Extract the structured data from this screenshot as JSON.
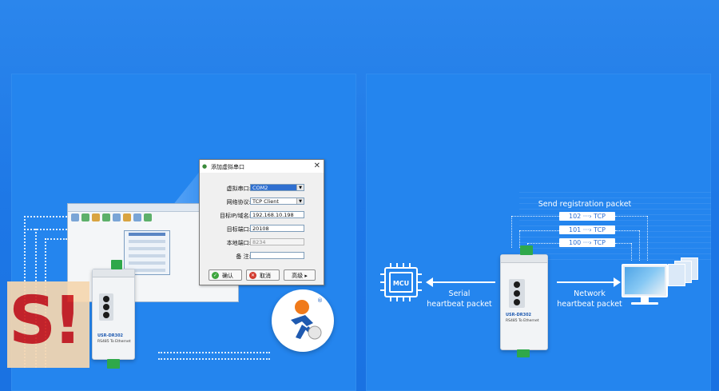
{
  "dialog": {
    "title": "添加虚拟串口",
    "close_glyph": "✕",
    "fields": [
      {
        "label": "虚拟串口:",
        "value": "COM2"
      },
      {
        "label": "网络协议:",
        "value": "TCP Client"
      },
      {
        "label": "目标IP/域名:",
        "value": "192.168.10.198"
      },
      {
        "label": "目标端口:",
        "value": "20108"
      },
      {
        "label": "本地端口:",
        "value": "8234"
      },
      {
        "label": "备  注:",
        "value": ""
      }
    ],
    "buttons": {
      "ok": "确认",
      "cancel": "取消",
      "advanced": "高级 ▸"
    }
  },
  "right": {
    "top_label": "Send registration packet",
    "packets": [
      "102 ···› TCP",
      "101 ···› TCP",
      "100 ···› TCP"
    ],
    "mcu_label": "MCU",
    "serial_text": "Serial\nheartbeat packet",
    "network_text": "Network\nheartbeat packet"
  },
  "device": {
    "brand": "USR-DR302",
    "model": "RS485 To Ethernet"
  },
  "logo": {
    "mark": "®"
  },
  "watermark": {
    "text": "S!"
  },
  "colors": {
    "background": "#1f7be8",
    "panel": "#2485ee",
    "terminal_green": "#2fa84a",
    "selection": "#2f6fd0",
    "watermark_red": "#cf1b1b"
  }
}
